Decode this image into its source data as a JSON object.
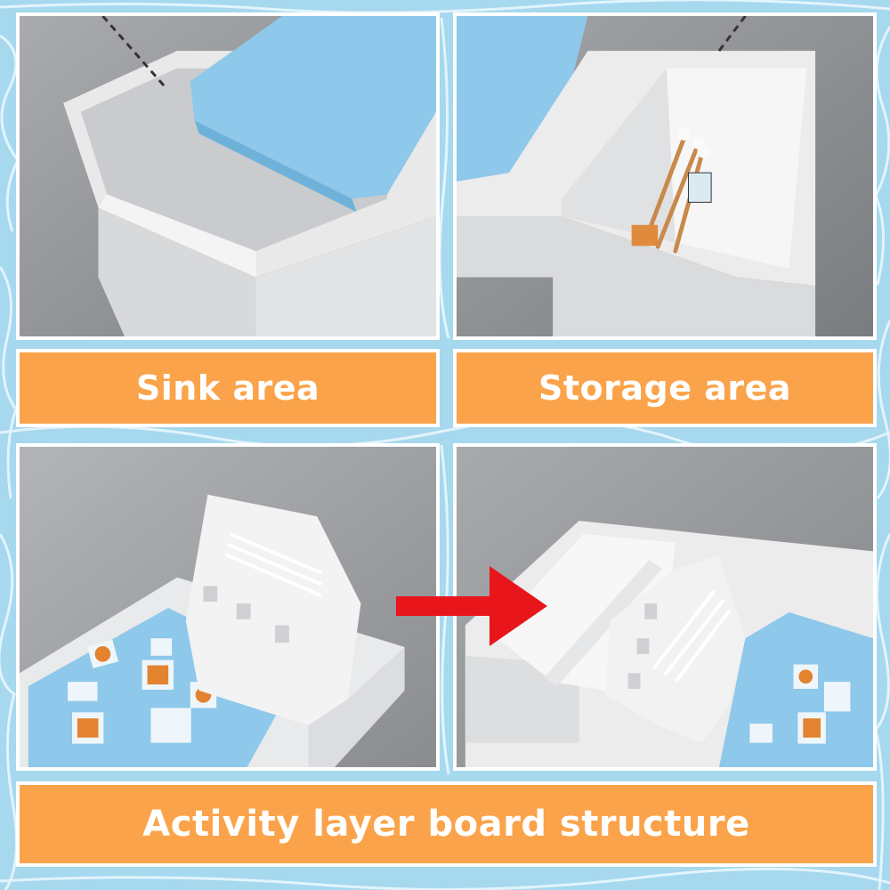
{
  "panels": {
    "sink": {
      "label": "Sink area"
    },
    "storage": {
      "label": "Storage area"
    },
    "board": {
      "label": "Activity layer board structure"
    }
  },
  "colors": {
    "background": "#9fd3ea",
    "label_fill": "#fba34a",
    "label_text": "#ffffff",
    "arrow": "#e8161b",
    "foam_pad": "#8ec8ea",
    "tray": "#f2f2f2"
  },
  "icons": [
    "water-background",
    "sink-tray-photo",
    "storage-tray-photo",
    "board-up-photo",
    "board-down-photo",
    "red-arrow-icon"
  ]
}
